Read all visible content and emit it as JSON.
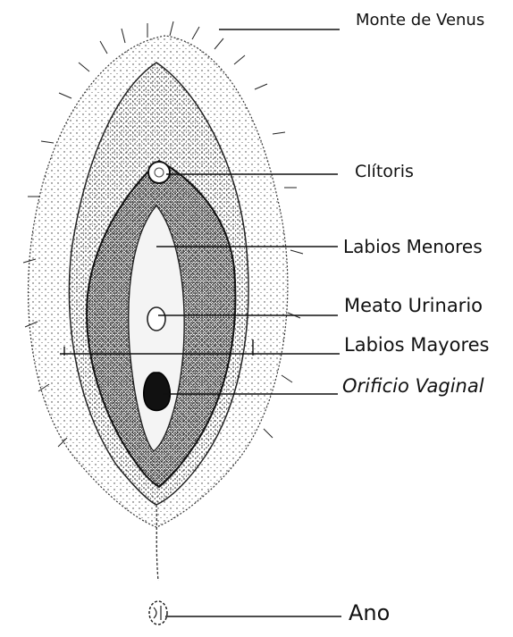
{
  "labels": {
    "monte_de_venus": "Monte de Venus",
    "clitoris": "Clítoris",
    "labios_menores": "Labios Menores",
    "meato_urinario": "Meato Urinario",
    "labios_mayores": "Labios Mayores",
    "orificio_vaginal": "Orificio Vaginal",
    "ano": "Ano"
  },
  "colors": {
    "ink": "#111111",
    "stipple": "#2a2a2a",
    "background": "#ffffff"
  }
}
